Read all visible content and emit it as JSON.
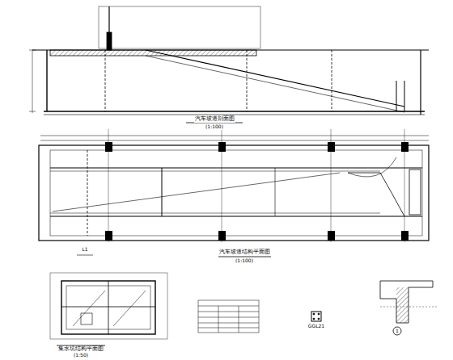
{
  "diagram": {
    "labels": [
      "汽车坡道剖面图",
      "(1:100)",
      "汽车坡道结构平面图",
      "(1:100)",
      "集水坑结构平面图",
      "(1:50)",
      "GGL21",
      "1",
      "L1"
    ]
  }
}
